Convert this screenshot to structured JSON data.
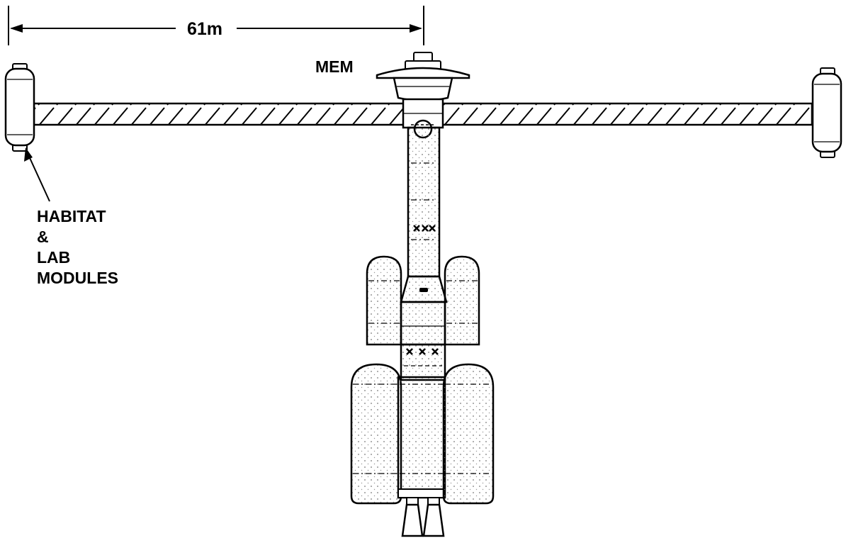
{
  "diagram": {
    "dimension_label": "61m",
    "labels": {
      "mem": "MEM",
      "habitat": [
        "HABITAT",
        "&",
        "LAB",
        "MODULES"
      ]
    },
    "colors": {
      "ink": "#000000",
      "paper": "#ffffff",
      "shade": "#dddddd"
    }
  }
}
